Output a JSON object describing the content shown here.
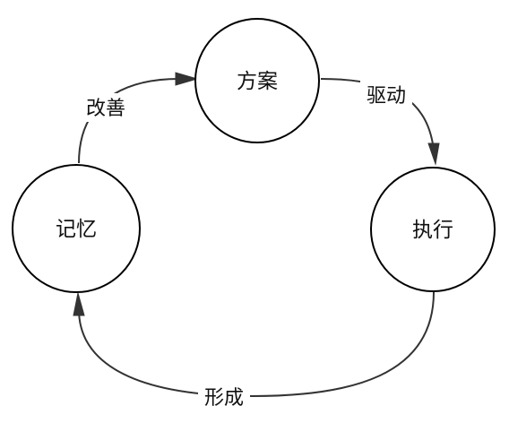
{
  "nodes": {
    "plan": "方案",
    "execute": "执行",
    "memory": "记忆"
  },
  "edges": {
    "drive": "驱动",
    "form": "形成",
    "improve": "改善"
  }
}
